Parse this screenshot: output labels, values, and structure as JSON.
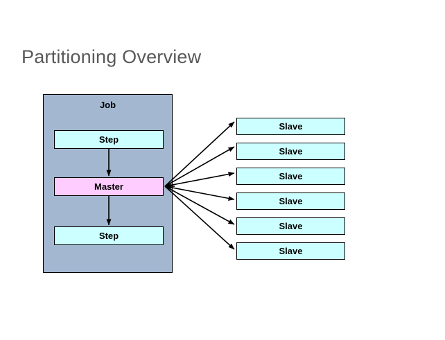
{
  "slide": {
    "title": "Partitioning Overview",
    "background_color": "#ffffff",
    "title_color": "#595959"
  },
  "job_panel": {
    "label": "Job",
    "fill_color": "#a3b8d0",
    "border_color": "#000000",
    "nodes": [
      {
        "label": "Step",
        "kind": "step",
        "fill_color": "#ccffff"
      },
      {
        "label": "Master",
        "kind": "master",
        "fill_color": "#ffccff"
      },
      {
        "label": "Step",
        "kind": "step",
        "fill_color": "#ccffff"
      }
    ]
  },
  "slaves": {
    "fill_color": "#ccffff",
    "border_color": "#000000",
    "items": [
      {
        "label": "Slave"
      },
      {
        "label": "Slave"
      },
      {
        "label": "Slave"
      },
      {
        "label": "Slave"
      },
      {
        "label": "Slave"
      },
      {
        "label": "Slave"
      }
    ]
  },
  "connectors": {
    "line_color": "#000000",
    "flow_vertical": [
      {
        "from": "Step",
        "to": "Master"
      },
      {
        "from": "Master",
        "to": "Step"
      }
    ],
    "flow_fan": [
      {
        "from": "Master",
        "to": "Slave"
      },
      {
        "from": "Master",
        "to": "Slave"
      },
      {
        "from": "Master",
        "to": "Slave"
      },
      {
        "from": "Master",
        "to": "Slave"
      },
      {
        "from": "Master",
        "to": "Slave"
      },
      {
        "from": "Master",
        "to": "Slave"
      }
    ]
  }
}
